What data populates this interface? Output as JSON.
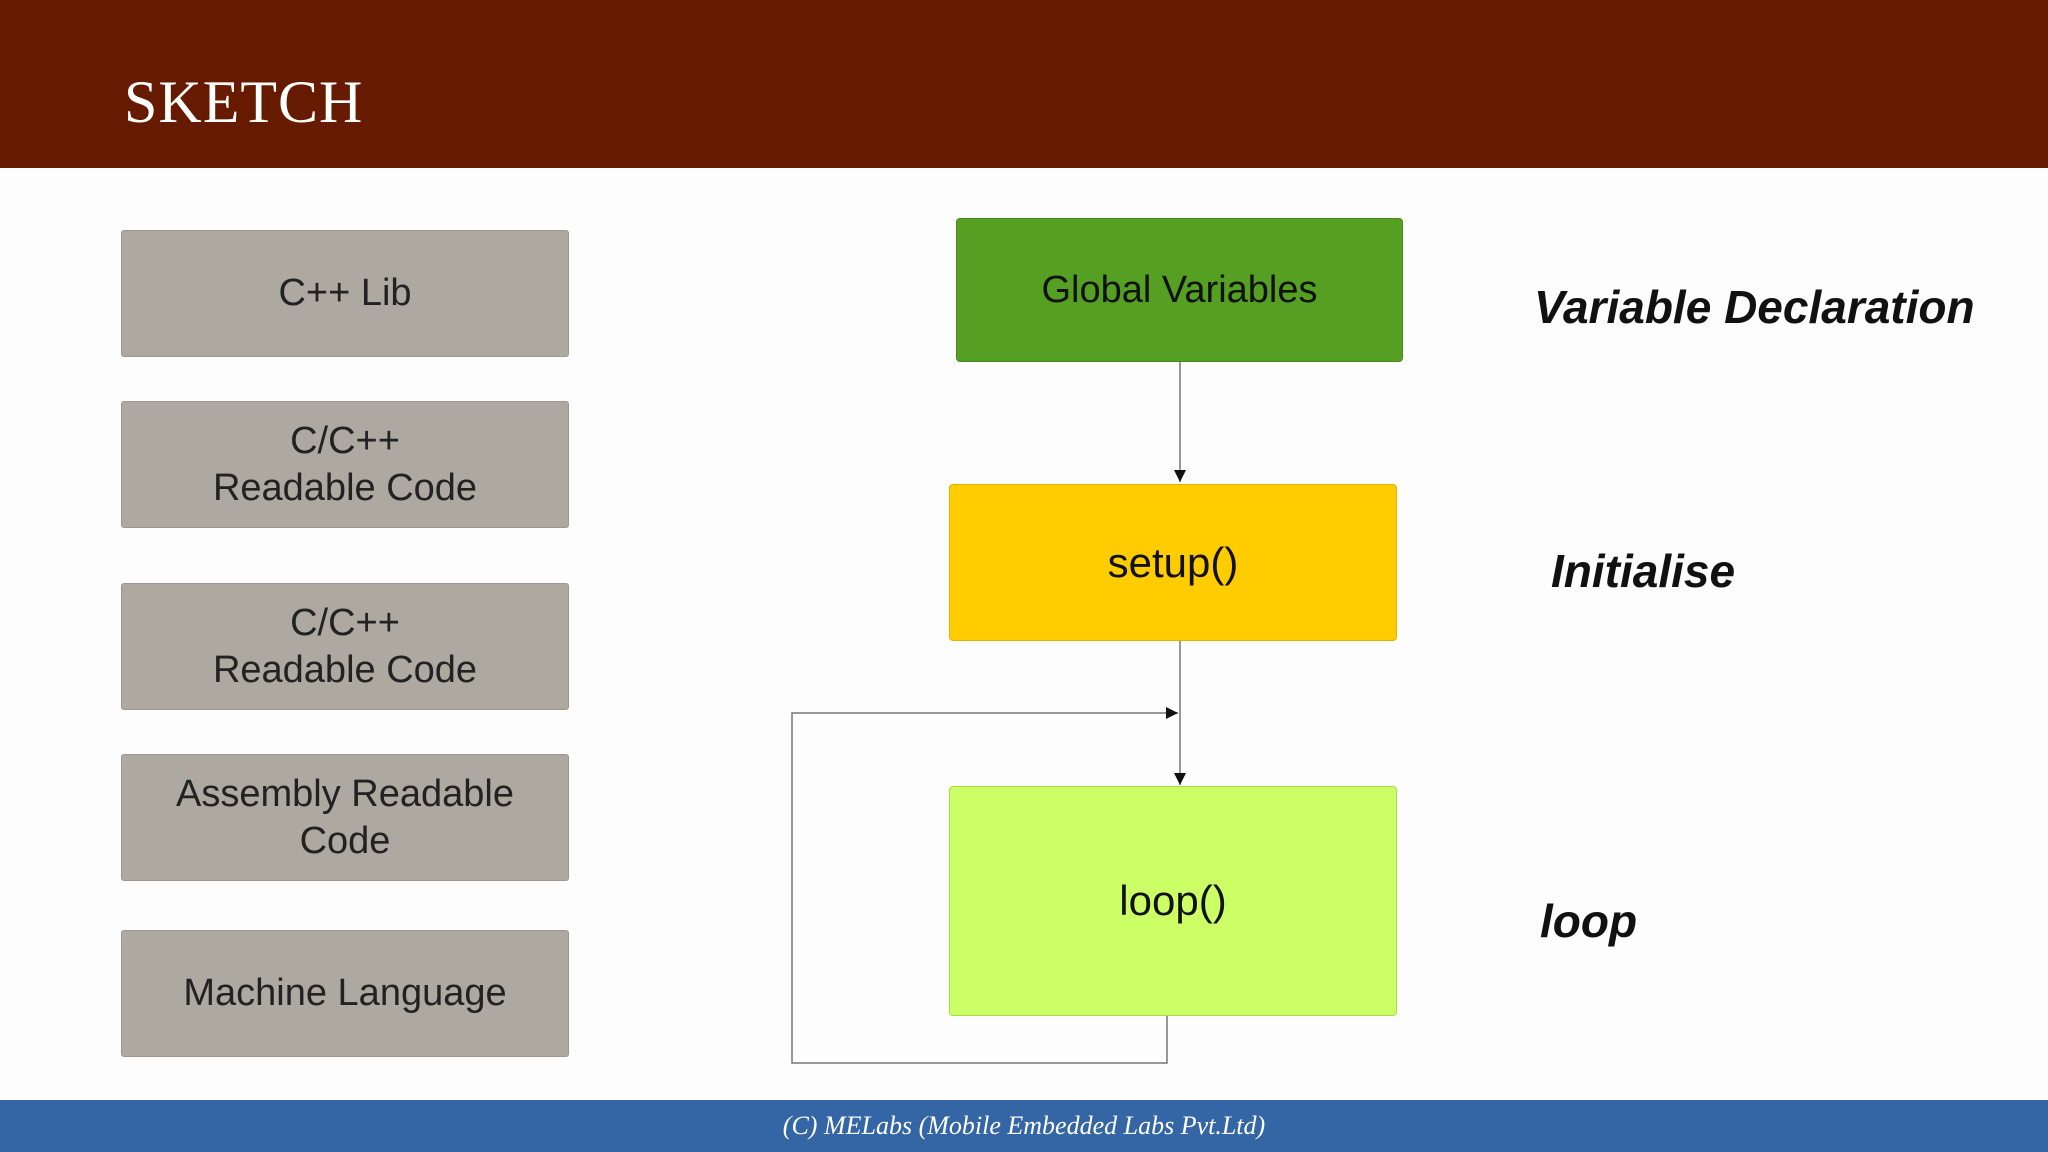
{
  "header": {
    "title": "SKETCH",
    "background": "#661a00"
  },
  "stack": {
    "items": [
      {
        "label": "C++ Lib"
      },
      {
        "label": "C/C++\nReadable Code"
      },
      {
        "label": "C/C++\nReadable Code"
      },
      {
        "label": "Assembly Readable Code"
      },
      {
        "label": "Machine Language"
      }
    ],
    "color": "#ada8a0"
  },
  "flow": {
    "global": {
      "label": "Global Variables",
      "color": "#55a022"
    },
    "setup": {
      "label": "setup()",
      "color": "#ffcc00"
    },
    "loop": {
      "label": "loop()",
      "color": "#ccff66"
    }
  },
  "annotations": {
    "declaration": "Variable Declaration",
    "initialise": "Initialise",
    "loop": "loop"
  },
  "footer": {
    "text": "(C) MELabs (Mobile Embedded Labs Pvt.Ltd)",
    "background": "#3465a4"
  }
}
